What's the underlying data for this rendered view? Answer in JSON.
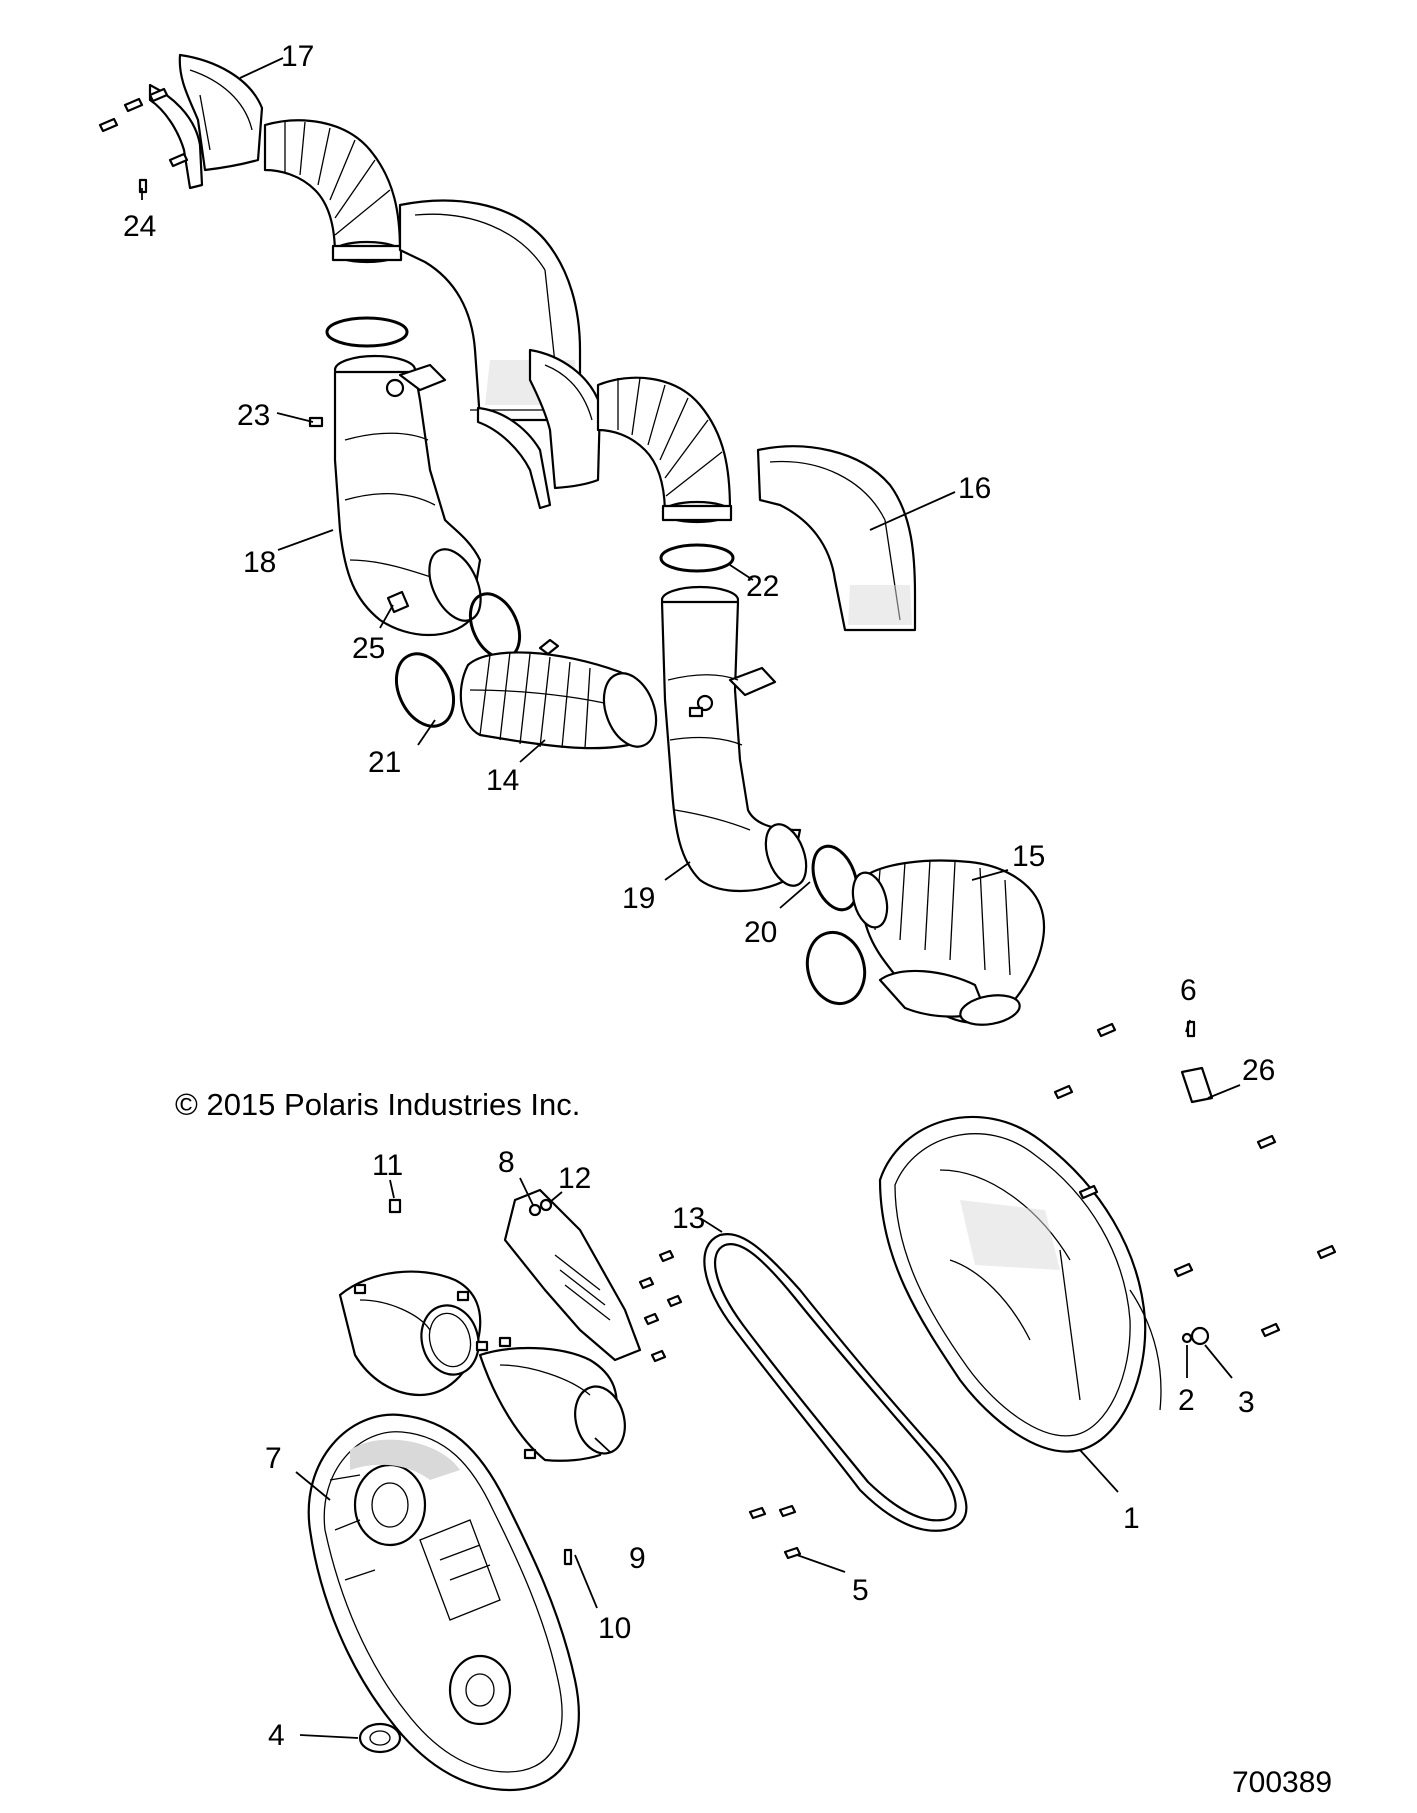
{
  "diagram": {
    "copyright": "© 2015 Polaris Industries Inc.",
    "drawing_number": "700389",
    "callouts": [
      "1",
      "2",
      "3",
      "4",
      "5",
      "6",
      "7",
      "8",
      "9",
      "10",
      "11",
      "12",
      "13",
      "14",
      "15",
      "16",
      "17",
      "18",
      "19",
      "20",
      "21",
      "22",
      "23",
      "24",
      "25",
      "26"
    ]
  }
}
